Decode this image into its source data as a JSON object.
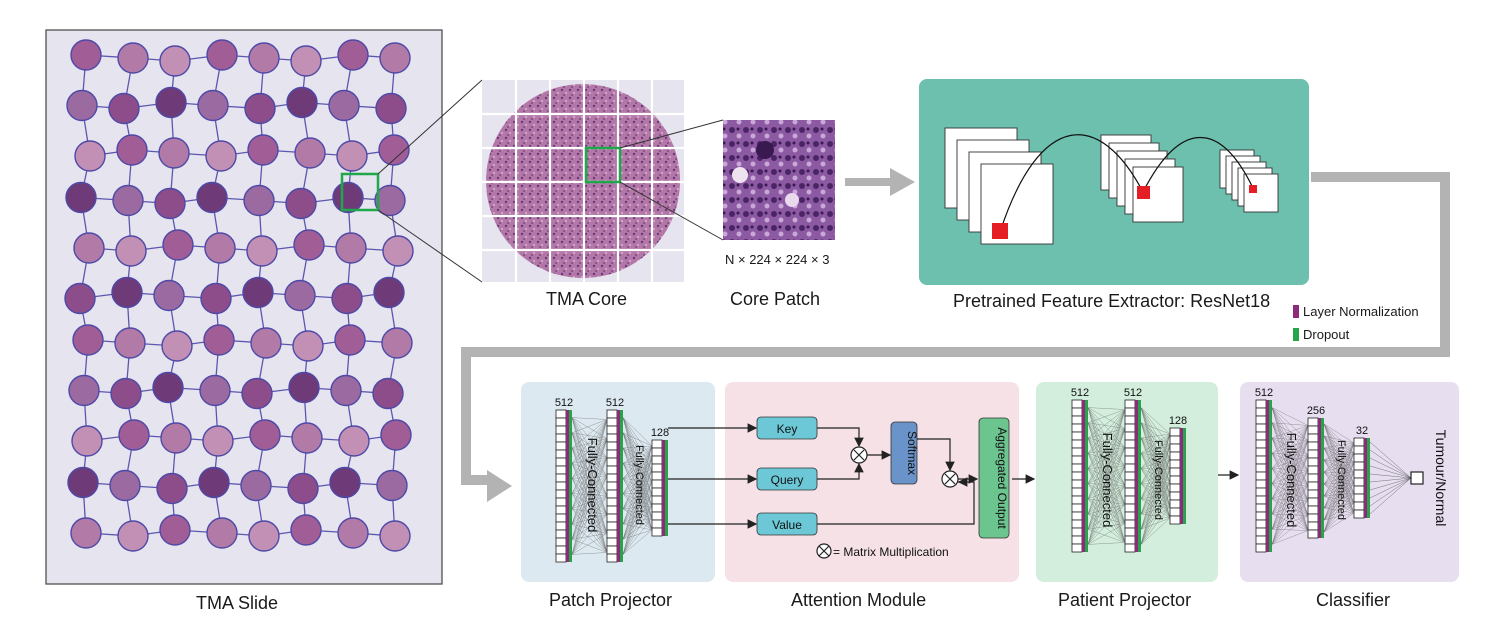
{
  "captions": {
    "tma_slide": "TMA Slide",
    "tma_core": "TMA Core",
    "core_patch": "Core Patch",
    "patch_dims": "N × 224 × 224 × 3",
    "feature_extractor": "Pretrained Feature Extractor: ResNet18",
    "patch_projector": "Patch Projector",
    "attention_module": "Attention Module",
    "patient_projector": "Patient Projector",
    "classifier": "Classifier"
  },
  "legend": {
    "layer_norm": "Layer Normalization",
    "dropout": "Dropout"
  },
  "attention": {
    "key": "Key",
    "query": "Query",
    "value": "Value",
    "softmax": "Softmax",
    "aggregated": "Aggregated Output",
    "matmul_note": "= Matrix Multiplication"
  },
  "patch_projector": {
    "dims": [
      "512",
      "512",
      "128"
    ],
    "fc_label": "Fully-Connected"
  },
  "patient_projector": {
    "dims": [
      "512",
      "512",
      "128"
    ],
    "fc_label": "Fully-Connected"
  },
  "classifier": {
    "dims": [
      "512",
      "256",
      "32"
    ],
    "fc_label": "Fully-Connected",
    "output": "Tumour/Normal"
  },
  "colors": {
    "feature_bg": "#6dbfae",
    "patch_bg": "#dde9f0",
    "attention_bg": "#f5e1e6",
    "patient_bg": "#d4eedd",
    "classifier_bg": "#e7def0",
    "layer_norm": "#8e2a7a",
    "dropout": "#27a34a",
    "attn_box": "#6cc8d6",
    "softmax_box": "#6a93c9",
    "aggregated_box": "#6cc48f",
    "tissue": "#a15d96",
    "flow_arrow": "#b3b3b3"
  }
}
